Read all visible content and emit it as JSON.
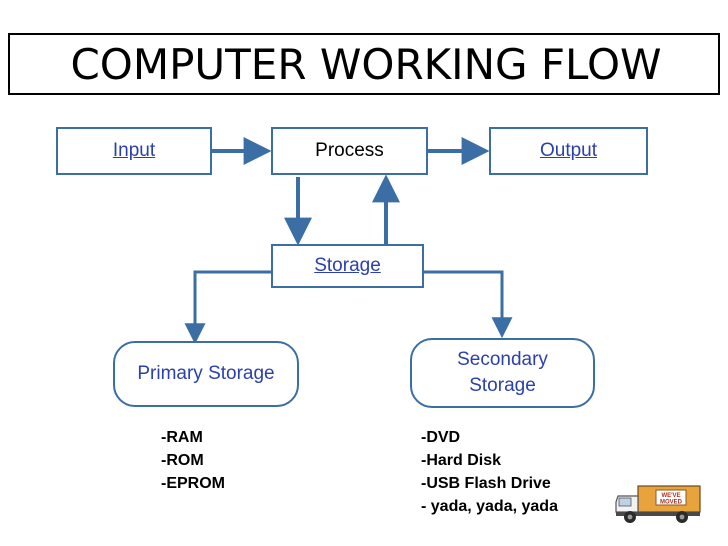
{
  "slide": {
    "title": "COMPUTER WORKING FLOW",
    "nodes": {
      "input": "Input",
      "process": "Process",
      "output": "Output",
      "storage": "Storage",
      "primary_storage": "Primary Storage",
      "secondary_storage_line1": "Secondary",
      "secondary_storage_line2": "Storage"
    },
    "primary_list": [
      "-RAM",
      "-ROM",
      "-EPROM"
    ],
    "secondary_list": [
      "-DVD",
      "-Hard Disk",
      "-USB Flash Drive",
      "- yada, yada, yada"
    ],
    "clipart": {
      "name": "moving-truck-clipart",
      "text_line1": "WE'VE",
      "text_line2": "MOVED"
    },
    "colors": {
      "box_border": "#3b6ea5",
      "box_text": "#2a3fb0",
      "arrow": "#3b6ea5",
      "title_text": "#000000",
      "title_border": "#000000"
    }
  }
}
